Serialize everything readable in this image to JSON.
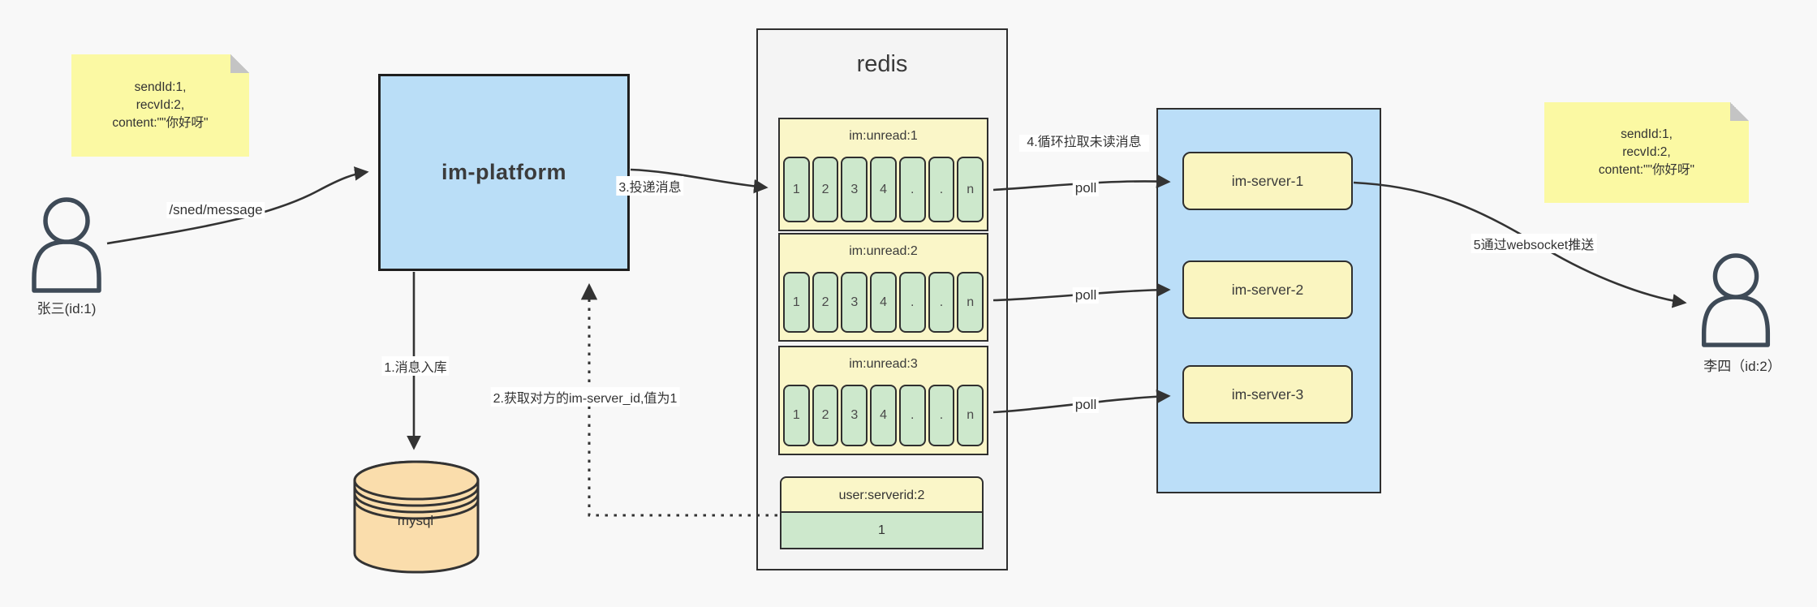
{
  "diagram_title": "im message delivery flow",
  "actors": {
    "sender": {
      "label": "张三(id:1)"
    },
    "receiver": {
      "label": "李四（id:2）"
    }
  },
  "notes": {
    "left": {
      "lines": [
        "sendId:1,",
        "recvId:2,",
        "content:\"\"你好呀\""
      ]
    },
    "right": {
      "lines": [
        "sendId:1,",
        "recvId:2,",
        "content:\"\"你好呀\""
      ]
    }
  },
  "platform": {
    "label": "im-platform"
  },
  "mysql": {
    "label": "mysql"
  },
  "redis": {
    "title": "redis",
    "queues": [
      {
        "header": "im:unread:1",
        "cells": [
          "1",
          "2",
          "3",
          "4",
          ".",
          ".",
          "n"
        ]
      },
      {
        "header": "im:unread:2",
        "cells": [
          "1",
          "2",
          "3",
          "4",
          ".",
          ".",
          "n"
        ]
      },
      {
        "header": "im:unread:3",
        "cells": [
          "1",
          "2",
          "3",
          "4",
          ".",
          ".",
          "n"
        ]
      }
    ],
    "mapping": {
      "header": "user:serverid:2",
      "value": "1"
    }
  },
  "servers": [
    {
      "label": "im-server-1"
    },
    {
      "label": "im-server-2"
    },
    {
      "label": "im-server-3"
    }
  ],
  "edges": {
    "send": "/sned/message",
    "store": "1.消息入库",
    "lookup": "2.获取对方的im-server_id,值为1",
    "deliver": "3.投递消息",
    "pull": "4.循环拉取未读消息",
    "poll1": "poll",
    "poll2": "poll",
    "poll3": "poll",
    "push": "5通过websocket推送"
  },
  "colors": {
    "bg": "#F8F8F8",
    "stroke": "#333333",
    "note_yellow": "#FBF9A3",
    "note_fold": "#C4C4C4",
    "platform_blue": "#BADEF7",
    "container_gray": "#F4F4F4",
    "queue_yellow": "#FAF6C8",
    "cell_green": "#CDE8CC",
    "server_blue": "#BBDEF8",
    "server_yellow": "#FAF5C0",
    "mysql_orange": "#FADDAC",
    "actor": "#3E4A57"
  }
}
